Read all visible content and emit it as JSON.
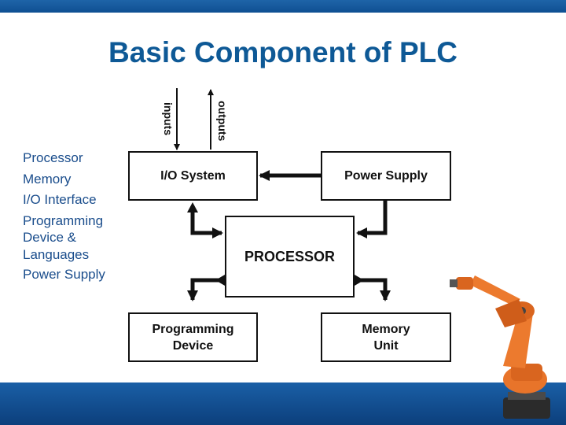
{
  "slide": {
    "title": "Basic Component of PLC"
  },
  "components_list": [
    "Processor",
    "Memory",
    "I/O Interface",
    "Programming Device & Languages",
    "Power Supply"
  ],
  "diagram": {
    "arrow_inputs_label": "inputs",
    "arrow_outputs_label": "outputs",
    "blocks": {
      "io_system": "I/O System",
      "power_supply": "Power Supply",
      "processor": "PROCESSOR",
      "programming_device": "Programming\nDevice",
      "memory_unit": "Memory\nUnit"
    }
  },
  "colors": {
    "title": "#0e5996",
    "list_text": "#1a4d8c",
    "bar_blue": "#0f4f92",
    "robot_orange": "#e8742a"
  },
  "images": {
    "robot": "industrial-robot-arm"
  }
}
